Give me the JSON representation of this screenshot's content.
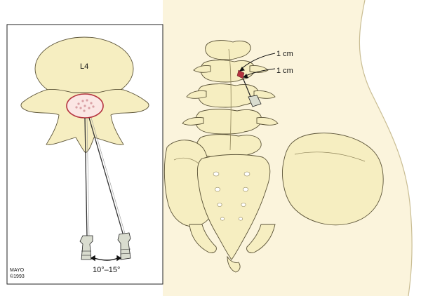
{
  "left_panel": {
    "vertebra_label": "L4",
    "angle_label": "10°–15°",
    "credit_line1": "MAYO",
    "credit_line2": "©1993"
  },
  "right_panel": {
    "label_upper": "1 cm",
    "label_lower": "1 cm"
  },
  "colors": {
    "bone_fill": "#f6eec1",
    "bone_stroke": "#5a5236",
    "body_fill": "#fbf4dc",
    "canal_red": "#b5333f"
  }
}
